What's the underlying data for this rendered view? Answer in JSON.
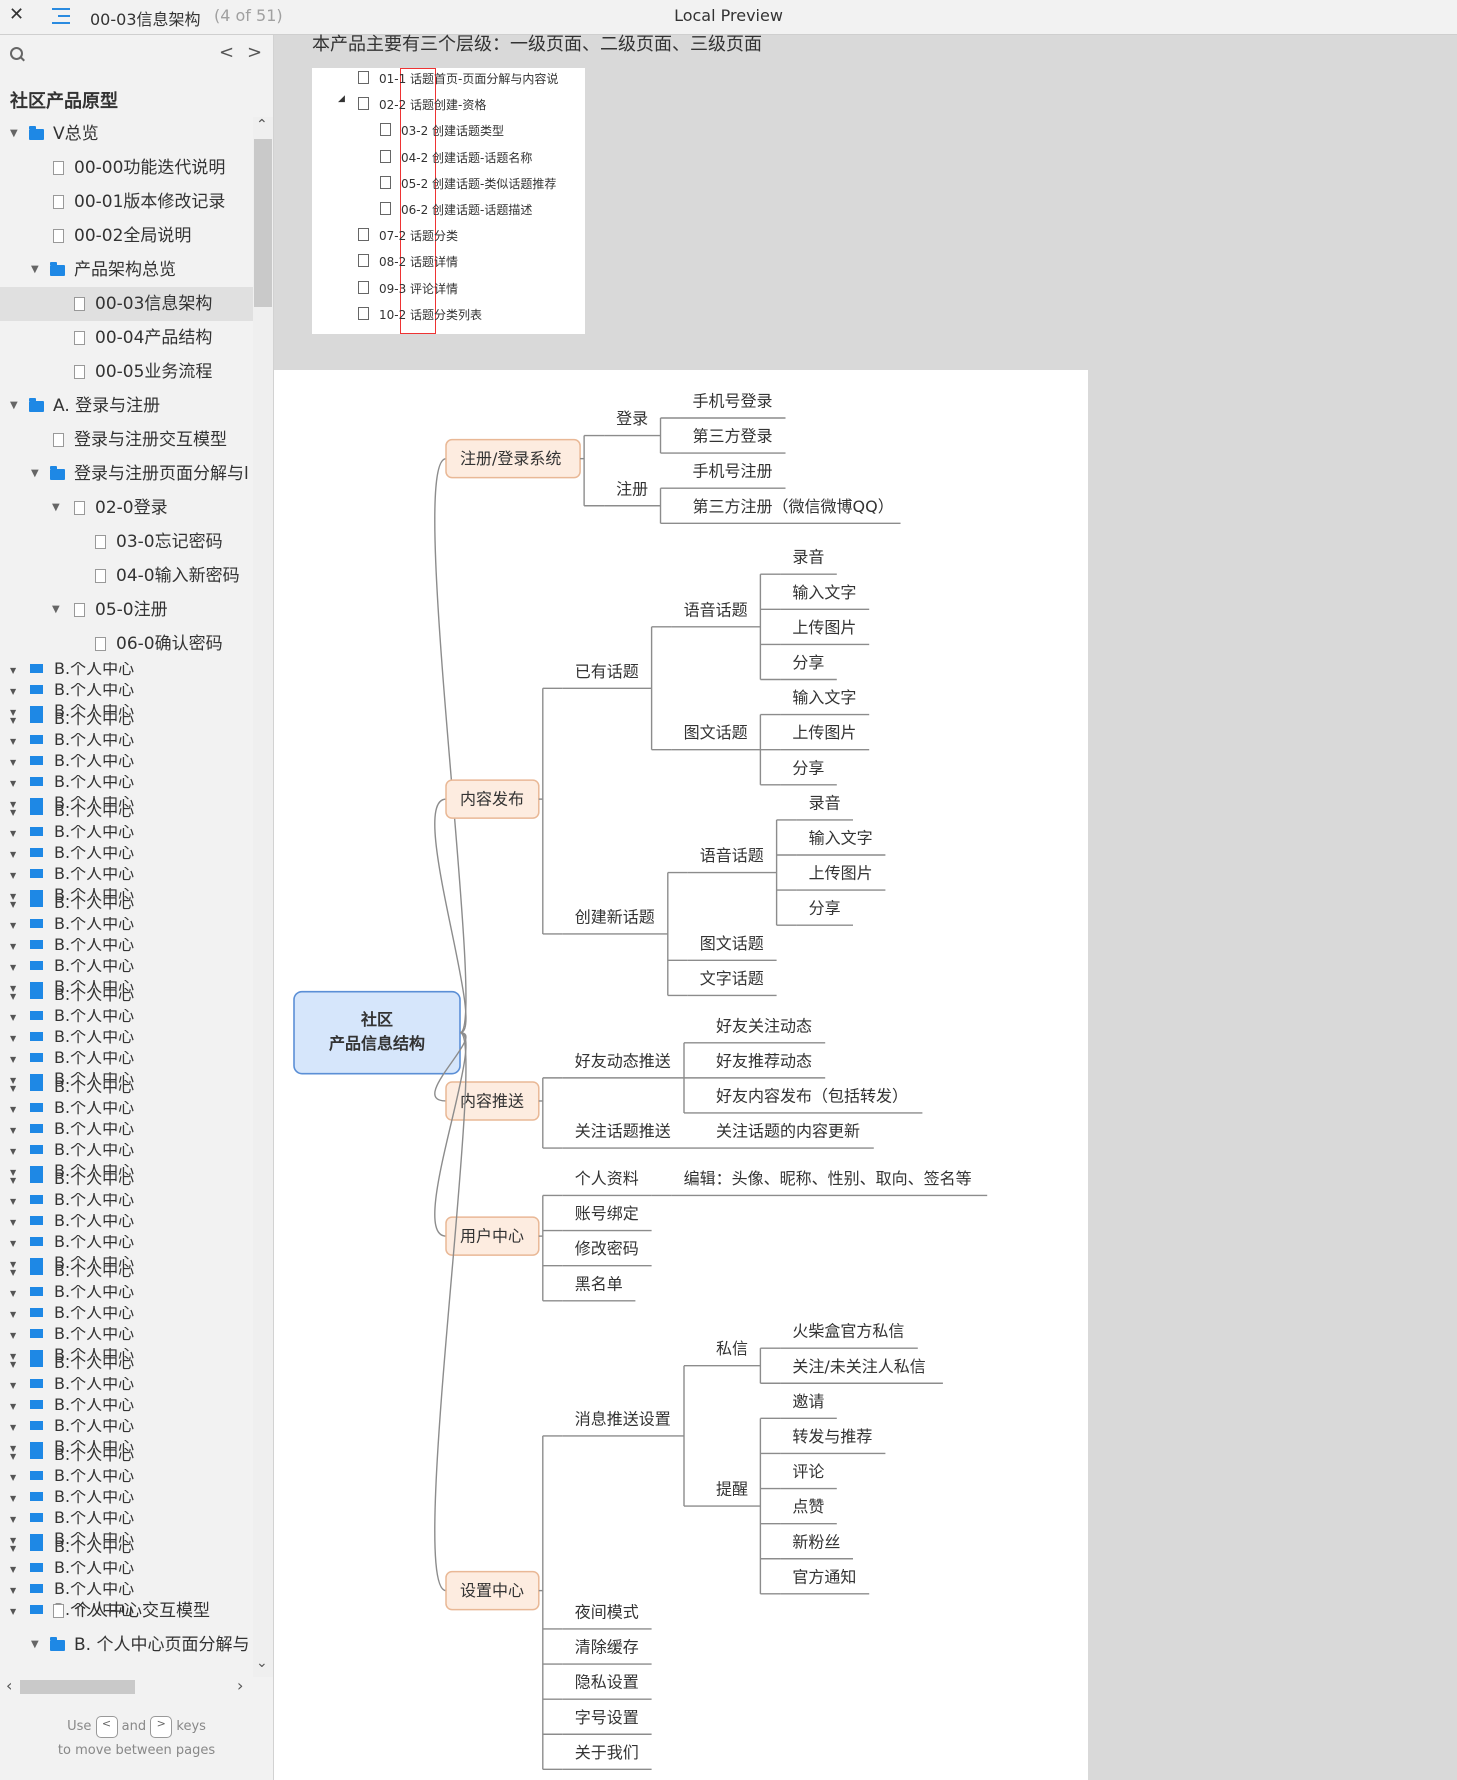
{
  "window": {
    "close_glyph": "✕",
    "page_title": "00-03信息架构",
    "page_count": "(4 of 51)",
    "app_title": "Local Preview"
  },
  "sidebar": {
    "project_name": "社区产品原型",
    "nav_prev": "<",
    "nav_next": ">",
    "tree": [
      {
        "label": "V总览",
        "type": "folder",
        "level": 0,
        "expanded": true
      },
      {
        "label": "00-00功能迭代说明",
        "type": "page",
        "level": 1
      },
      {
        "label": "00-01版本修改记录",
        "type": "page",
        "level": 1
      },
      {
        "label": "00-02全局说明",
        "type": "page",
        "level": 1
      },
      {
        "label": "产品架构总览",
        "type": "folder",
        "level": 1,
        "expanded": true
      },
      {
        "label": "00-03信息架构",
        "type": "page",
        "level": 2,
        "selected": true
      },
      {
        "label": "00-04产品结构",
        "type": "page",
        "level": 2
      },
      {
        "label": "00-05业务流程",
        "type": "page",
        "level": 2
      },
      {
        "label": "A. 登录与注册",
        "type": "folder",
        "level": 0,
        "expanded": true
      },
      {
        "label": "登录与注册交互模型",
        "type": "page",
        "level": 1
      },
      {
        "label": "登录与注册页面分解与l",
        "type": "folder",
        "level": 1,
        "expanded": true
      },
      {
        "label": "02-0登录",
        "type": "page",
        "level": 2,
        "expanded": true
      },
      {
        "label": "03-0忘记密码",
        "type": "page",
        "level": 3
      },
      {
        "label": "04-0输入新密码",
        "type": "page",
        "level": 3
      },
      {
        "label": "05-0注册",
        "type": "page",
        "level": 2,
        "expanded": true
      },
      {
        "label": "06-0确认密码",
        "type": "page",
        "level": 3
      }
    ],
    "glitch_label": "B.个人中心",
    "tree_bottom": [
      {
        "label": "个人中心交互模型",
        "type": "page",
        "level": 1
      },
      {
        "label": "B. 个人中心页面分解与",
        "type": "folder",
        "level": 1,
        "expanded": true
      }
    ],
    "hint_use": "Use",
    "hint_and": "and",
    "hint_keys": "keys",
    "hint_line2": "to move between pages",
    "key_left": "<",
    "key_right": ">"
  },
  "content": {
    "intro": "本产品主要有三个层级：一级页面、二级页面、三级页面",
    "thumbnail_items": [
      {
        "label": "01-1 话题首页-页面分解与内容说",
        "indent": 0
      },
      {
        "label": "02-2 话题创建-资格",
        "indent": 0,
        "expanded": true
      },
      {
        "label": "03-2 创建话题类型",
        "indent": 1
      },
      {
        "label": "04-2 创建话题-话题名称",
        "indent": 1
      },
      {
        "label": "05-2 创建话题-类似话题推荐",
        "indent": 1
      },
      {
        "label": "06-2 创建话题-话题描述",
        "indent": 1
      },
      {
        "label": "07-2 话题分类",
        "indent": 0
      },
      {
        "label": "08-2 话题详情",
        "indent": 0
      },
      {
        "label": "09-3 评论详情",
        "indent": 0
      },
      {
        "label": "10-2 话题分类列表",
        "indent": 0
      }
    ]
  },
  "mindmap": {
    "colors": {
      "root_fill": "#d6e6fb",
      "root_stroke": "#5b8fd6",
      "l1_fill": "#fdece0",
      "l1_stroke": "#e9b896",
      "line": "#8c8c8c"
    },
    "root": [
      "社区",
      "产品信息结构"
    ],
    "branches": [
      {
        "label": "注册/登录系统",
        "children": [
          {
            "label": "登录",
            "children": [
              {
                "label": "手机号登录"
              },
              {
                "label": "第三方登录"
              }
            ]
          },
          {
            "label": "注册",
            "children": [
              {
                "label": "手机号注册"
              },
              {
                "label": "第三方注册（微信微博QQ）"
              }
            ]
          }
        ]
      },
      {
        "label": "内容发布",
        "children": [
          {
            "label": "已有话题",
            "children": [
              {
                "label": "语音话题",
                "children": [
                  {
                    "label": "录音"
                  },
                  {
                    "label": "输入文字"
                  },
                  {
                    "label": "上传图片"
                  },
                  {
                    "label": "分享"
                  }
                ]
              },
              {
                "label": "图文话题",
                "children": [
                  {
                    "label": "输入文字"
                  },
                  {
                    "label": "上传图片"
                  },
                  {
                    "label": "分享"
                  }
                ]
              }
            ]
          },
          {
            "label": "创建新话题",
            "children": [
              {
                "label": "语音话题",
                "children": [
                  {
                    "label": "录音"
                  },
                  {
                    "label": "输入文字"
                  },
                  {
                    "label": "上传图片"
                  },
                  {
                    "label": "分享"
                  }
                ]
              },
              {
                "label": "图文话题"
              },
              {
                "label": "文字话题"
              }
            ]
          }
        ]
      },
      {
        "label": "内容推送",
        "children": [
          {
            "label": "好友动态推送",
            "children": [
              {
                "label": "好友关注动态"
              },
              {
                "label": "好友推荐动态"
              },
              {
                "label": "好友内容发布（包括转发）"
              }
            ]
          },
          {
            "label": "关注话题推送",
            "children": [
              {
                "label": "关注话题的内容更新"
              }
            ]
          }
        ]
      },
      {
        "label": "用户中心",
        "children": [
          {
            "label": "个人资料",
            "children": [
              {
                "label": "编辑：头像、昵称、性别、取向、签名等"
              }
            ]
          },
          {
            "label": "账号绑定"
          },
          {
            "label": "修改密码"
          },
          {
            "label": "黑名单"
          }
        ]
      },
      {
        "label": "设置中心",
        "children": [
          {
            "label": "消息推送设置",
            "children": [
              {
                "label": "私信",
                "children": [
                  {
                    "label": "火柴盒官方私信"
                  },
                  {
                    "label": "关注/未关注人私信"
                  }
                ]
              },
              {
                "label": "提醒",
                "children": [
                  {
                    "label": "邀请"
                  },
                  {
                    "label": "转发与推荐"
                  },
                  {
                    "label": "评论"
                  },
                  {
                    "label": "点赞"
                  },
                  {
                    "label": "新粉丝"
                  },
                  {
                    "label": "官方通知"
                  }
                ]
              }
            ]
          },
          {
            "label": "夜间模式"
          },
          {
            "label": "清除缓存"
          },
          {
            "label": "隐私设置"
          },
          {
            "label": "字号设置"
          },
          {
            "label": "关于我们"
          }
        ]
      }
    ]
  }
}
